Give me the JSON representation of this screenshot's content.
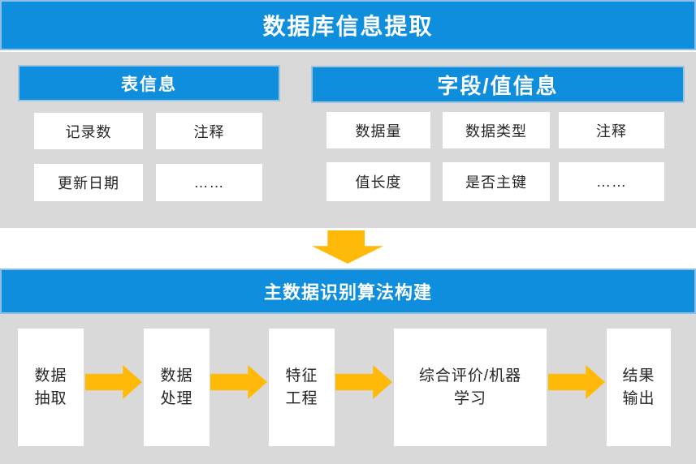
{
  "main_title": "数据库信息提取",
  "extraction_section": {
    "table_info": {
      "header": "表信息",
      "cells": [
        "记录数",
        "注释",
        "更新日期",
        "……"
      ]
    },
    "field_value_info": {
      "header": "字段/值信息",
      "cells": [
        "数据量",
        "数据类型",
        "注释",
        "值长度",
        "是否主键",
        "……"
      ]
    }
  },
  "algorithm_section": {
    "header": "主数据识别算法构建",
    "steps": [
      "数据\n抽取",
      "数据\n处理",
      "特征\n工程",
      "综合评价/机器\n学习",
      "结果\n输出"
    ]
  },
  "icons": {
    "down_arrow": "down-arrow-icon",
    "right_arrow": "right-arrow-icon"
  },
  "colors": {
    "banner_blue": "#0e8edd",
    "panel_gray": "#d9d9d9",
    "arrow_gold": "#ffb909",
    "cell_white": "#ffffff",
    "text_dark": "#262626",
    "text_light": "#ffffff"
  }
}
